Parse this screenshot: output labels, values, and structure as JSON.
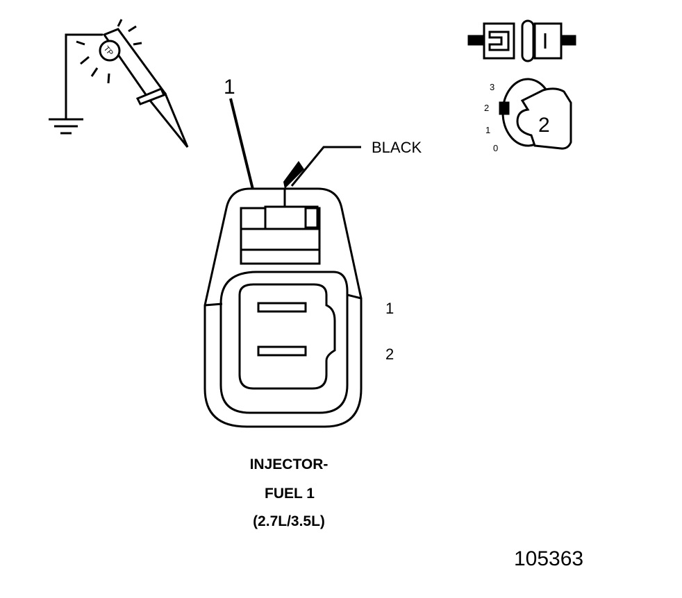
{
  "pointer_label": "1",
  "wire_color_label": "BLACK",
  "pin_labels": [
    "1",
    "2"
  ],
  "title_lines": [
    "INJECTOR-",
    "FUEL 1",
    "(2.7L/3.5L)"
  ],
  "figure_number": "105363",
  "key_position": {
    "scale": [
      "3",
      "2",
      "1",
      "0"
    ],
    "current": "2"
  },
  "icons": {
    "test_light": "test-light-probe-icon",
    "ground": "ground-symbol-icon",
    "connector_state": "connector-disconnected-icon",
    "ignition": "ignition-key-position-icon"
  }
}
